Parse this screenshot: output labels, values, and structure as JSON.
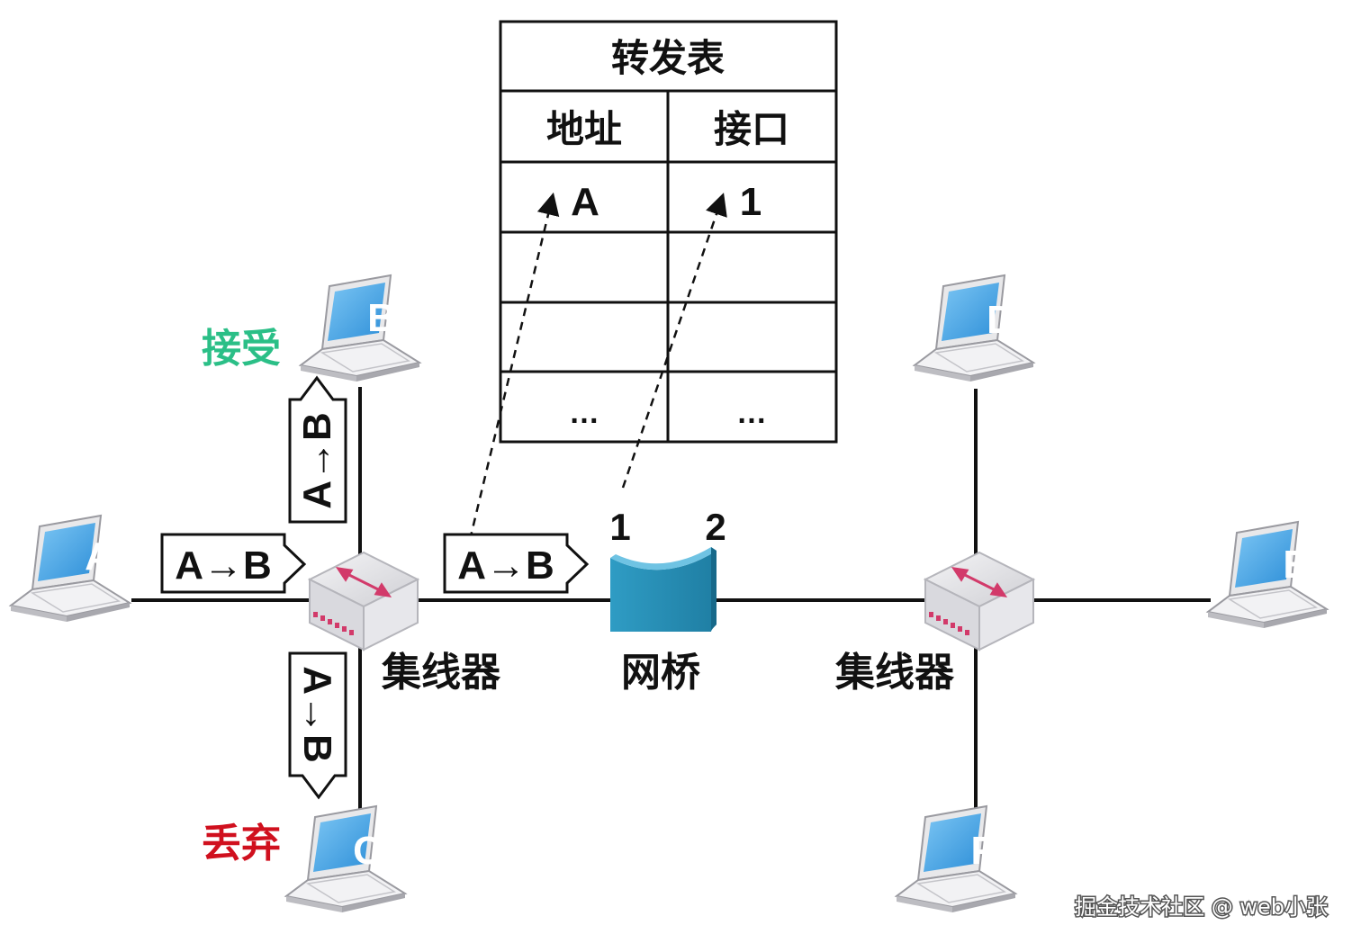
{
  "table": {
    "title": "转发表",
    "col_address": "地址",
    "col_port": "接口",
    "rows": [
      {
        "address": "A",
        "port": "1"
      },
      {
        "address": "",
        "port": ""
      },
      {
        "address": "",
        "port": ""
      },
      {
        "address": "…",
        "port": "…"
      }
    ]
  },
  "hosts": {
    "a": "A",
    "b": "B",
    "c": "C",
    "d": "D",
    "e": "E",
    "f": "F"
  },
  "labels": {
    "accept": "接受",
    "discard": "丢弃",
    "hub_left": "集线器",
    "hub_right": "集线器",
    "bridge": "网桥",
    "bridge_port1": "1",
    "bridge_port2": "2"
  },
  "frames": {
    "a_to_hub": "A→B",
    "hub_to_bridge": "A→B",
    "hub_to_b": "A→B",
    "hub_to_c": "A→B"
  },
  "colors": {
    "accept": "#2bbf87",
    "discard": "#d0101e",
    "screen": "#4aa8e8",
    "bridge": "#2a8fb4",
    "hub_arrow": "#d23a6a"
  },
  "watermark": "掘金技术社区 @ web小张"
}
